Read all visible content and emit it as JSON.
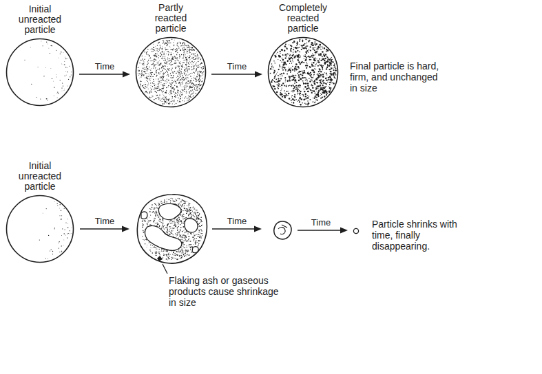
{
  "diagram": {
    "nodes": [
      {
        "text": [
          "Initial unreacted particle"
        ]
      },
      {
        "text": [
          "Partly reacted particle"
        ]
      },
      {
        "text": [
          "Completely reacted particle"
        ]
      },
      {
        "text": [
          "Initial unreacted particle"
        ]
      }
    ],
    "edges": [
      {
        "from": 0,
        "to": 1,
        "label": "Time",
        "arrow": "to"
      },
      {
        "from": 1,
        "to": 2,
        "label": "Time",
        "arrow": "to"
      }
    ],
    "labels": [
      "Final particle is hard, firm, and unchanged in size",
      "Time",
      "Time",
      "Time",
      "Particle shrinks with time, finally disappearing.",
      "Flaking ash or gaseous products cause shrinkage in size"
    ]
  }
}
